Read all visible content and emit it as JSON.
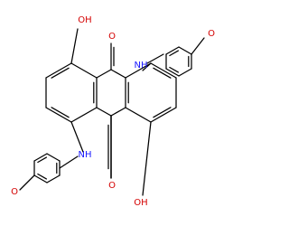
{
  "diagram": {
    "type": "chemical-structure",
    "atom_labels": {
      "oh_top": "OH",
      "oh_bottom": "OH",
      "o_top": "O",
      "o_bottom": "O",
      "nh_top": "NH",
      "nh_bottom": "NH",
      "ome_top": "O",
      "ome_bottom": "O"
    },
    "colors": {
      "bond": "#000000",
      "oxygen": "#d40000",
      "nitrogen": "#1a1aff"
    }
  }
}
